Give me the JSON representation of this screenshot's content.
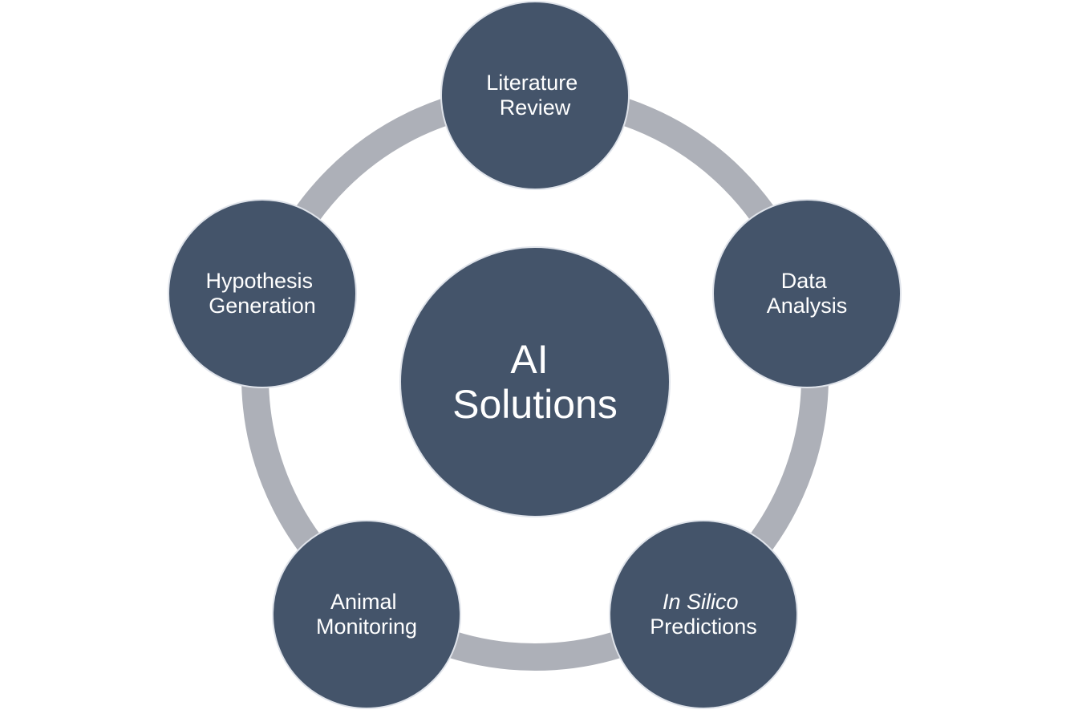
{
  "colors": {
    "node_fill": "#44546a",
    "node_stroke": "#dfe3ea",
    "ring": "#adb0b8",
    "text": "#ffffff",
    "background": "#ffffff"
  },
  "center": {
    "line1": "AI",
    "line2": "Solutions"
  },
  "nodes": [
    {
      "line1": "Literature",
      "line2": "Review"
    },
    {
      "line1": "Data",
      "line2": "Analysis"
    },
    {
      "line1": "In Silico",
      "line2": "Predictions"
    },
    {
      "line1": "Animal",
      "line2": "Monitoring"
    },
    {
      "line1": "Hypothesis",
      "line2": "Generation"
    }
  ]
}
